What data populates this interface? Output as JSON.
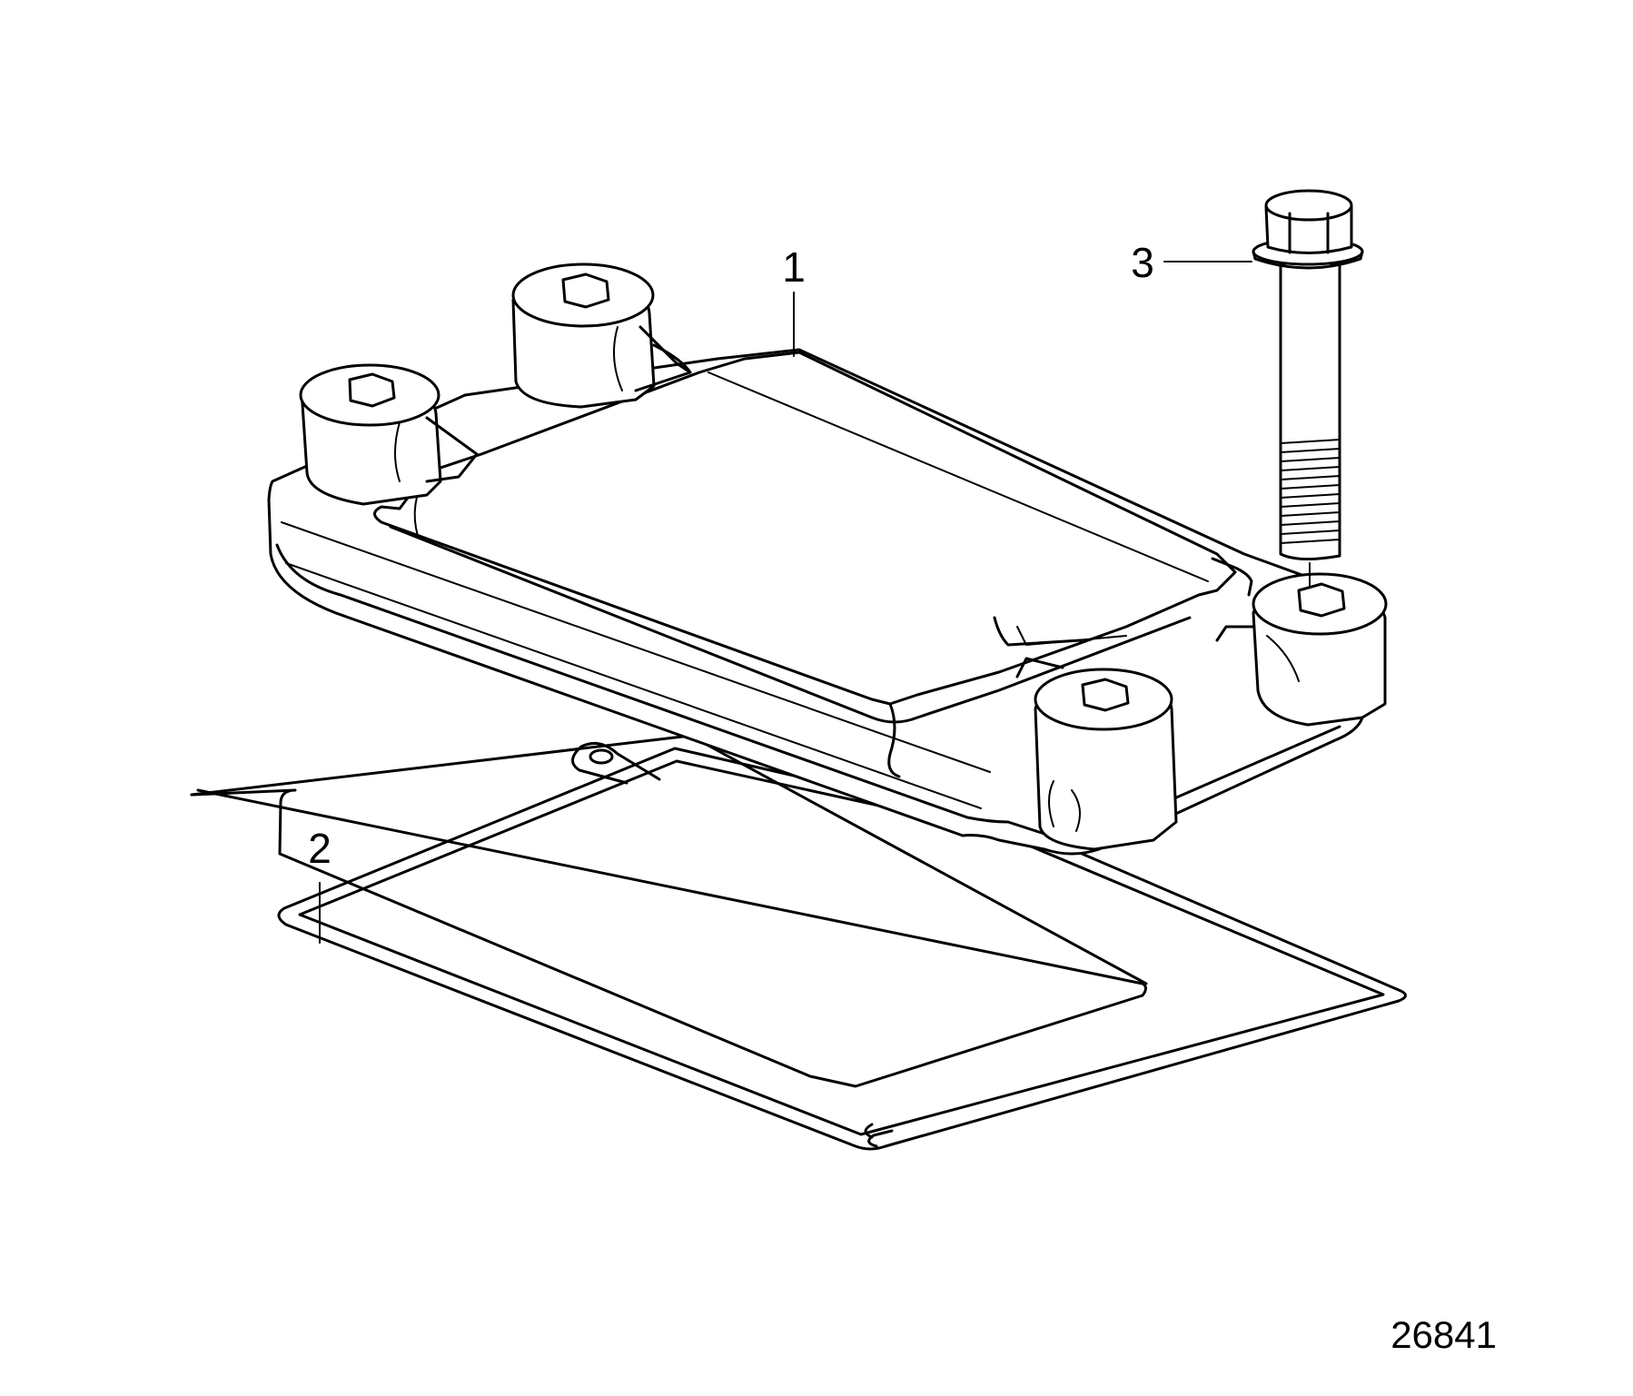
{
  "callouts": {
    "part_1": "1",
    "part_2": "2",
    "part_3": "3"
  },
  "figure_number": "26841"
}
